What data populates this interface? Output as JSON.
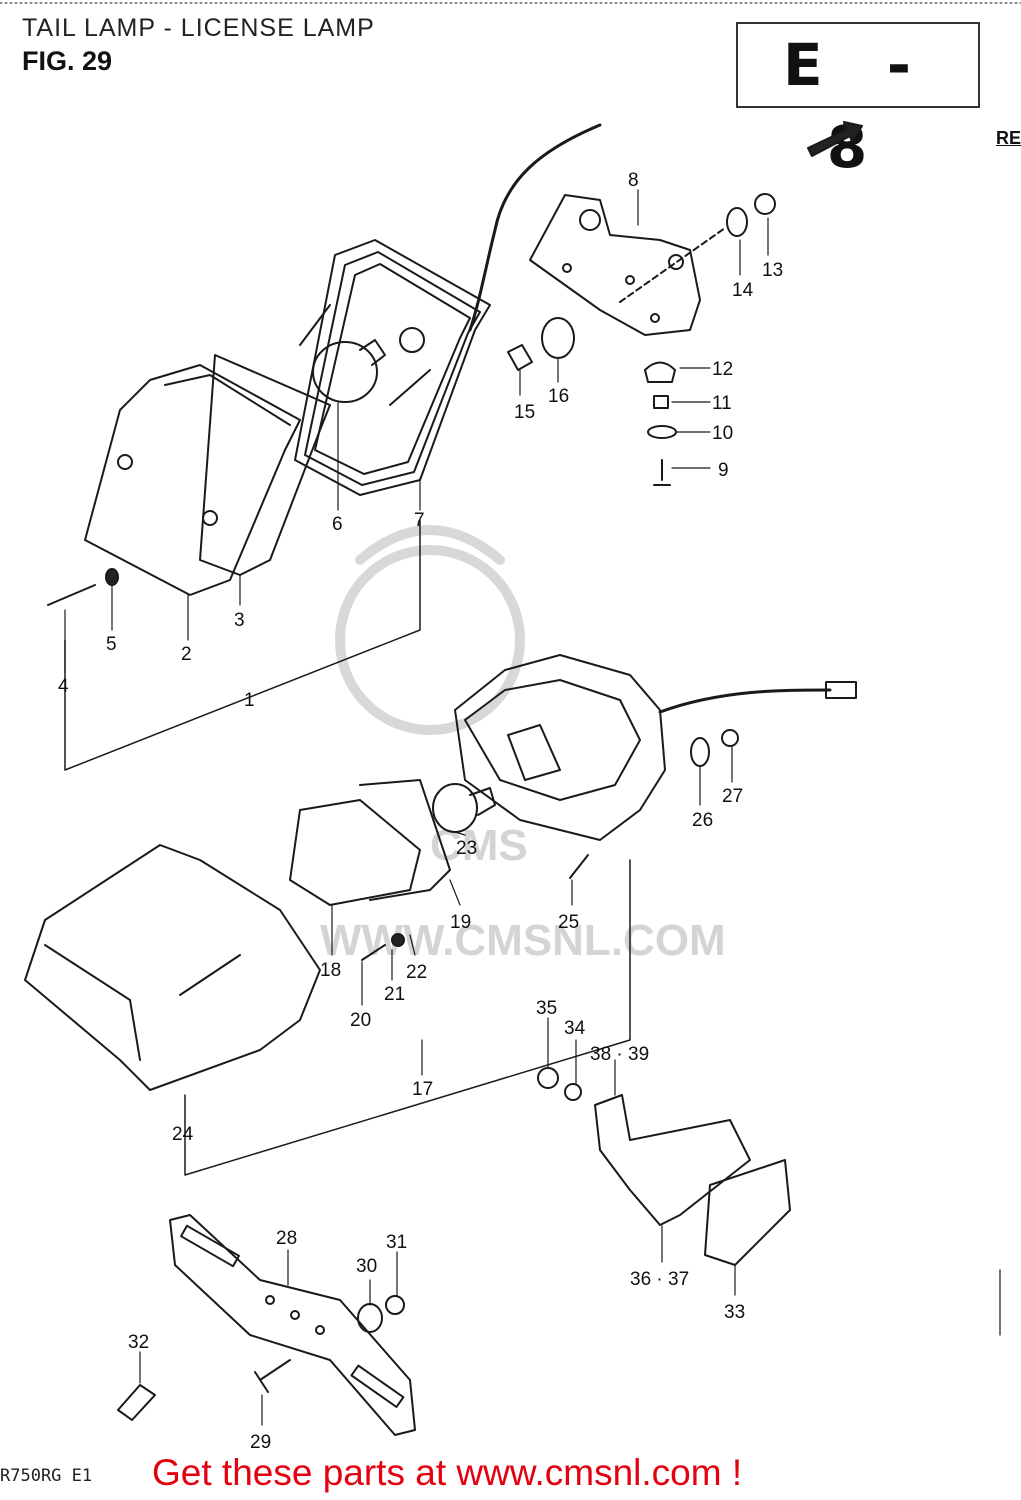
{
  "header": {
    "title": "TAIL LAMP - LICENSE LAMP",
    "figure": "FIG. 29",
    "section_code": "E - 8",
    "corner_text": "RE"
  },
  "footer": {
    "model_code": "R750RG E1",
    "promo": "Get these parts at www.cmsnl.com !"
  },
  "watermark": {
    "logo": "CMS",
    "url": "WWW.CMSNL.COM"
  },
  "callouts": {
    "c1": "1",
    "c2": "2",
    "c3": "3",
    "c4": "4",
    "c5": "5",
    "c6": "6",
    "c7": "7",
    "c8": "8",
    "c9": "9",
    "c10": "10",
    "c11": "11",
    "c12": "12",
    "c13": "13",
    "c14": "14",
    "c15": "15",
    "c16": "16",
    "c17": "17",
    "c18": "18",
    "c19": "19",
    "c20": "20",
    "c21": "21",
    "c22": "22",
    "c23": "23",
    "c24": "24",
    "c25": "25",
    "c26": "26",
    "c27": "27",
    "c28": "28",
    "c29": "29",
    "c30": "30",
    "c31": "31",
    "c32": "32",
    "c33": "33",
    "c34": "34",
    "c35": "35",
    "c36_37": "36 · 37",
    "c38_39": "38 · 39"
  },
  "colors": {
    "promo": "#e3000f",
    "line": "#1a1a1a",
    "watermark": "#d4d4d4"
  }
}
